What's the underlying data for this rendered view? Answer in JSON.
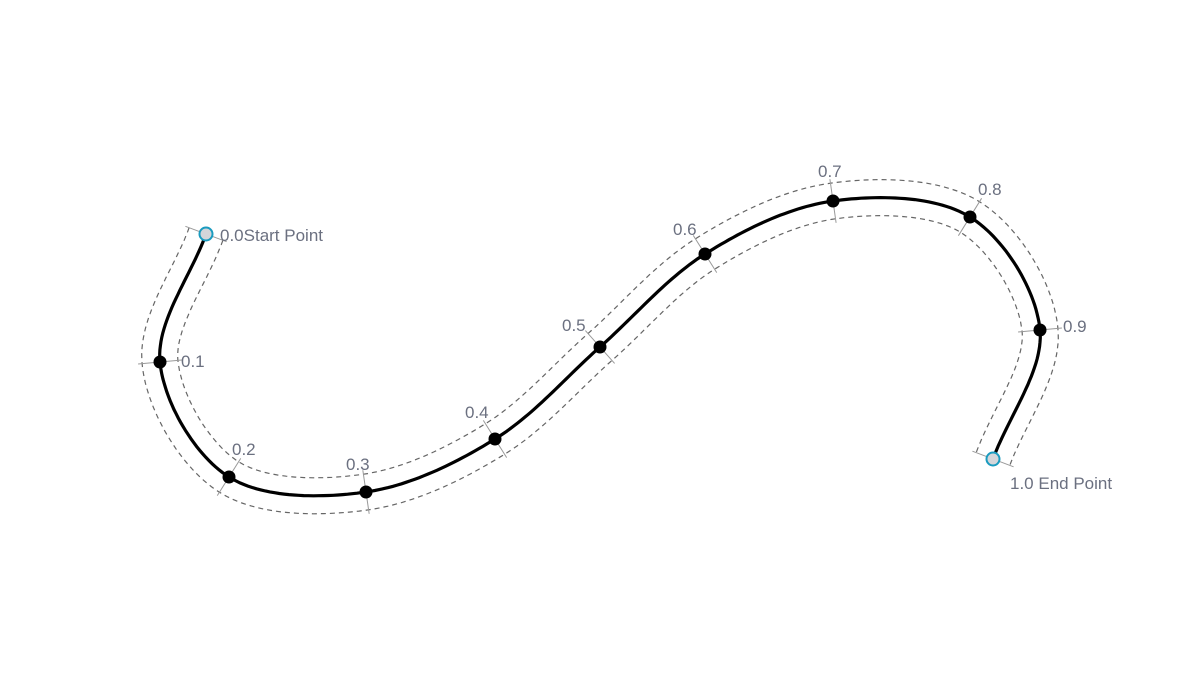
{
  "colors": {
    "curve": "#000000",
    "guide": "#666666",
    "label": "#6b7080",
    "endpoint_fill": "#d4d6da",
    "endpoint_stroke": "#1a9bbf"
  },
  "points": [
    {
      "t": "0.0",
      "label": "0.0Start Point",
      "kind": "endpoint"
    },
    {
      "t": "0.1",
      "label": "0.1",
      "kind": "sample"
    },
    {
      "t": "0.2",
      "label": "0.2",
      "kind": "sample"
    },
    {
      "t": "0.3",
      "label": "0.3",
      "kind": "sample"
    },
    {
      "t": "0.4",
      "label": "0.4",
      "kind": "sample"
    },
    {
      "t": "0.5",
      "label": "0.5",
      "kind": "sample"
    },
    {
      "t": "0.6",
      "label": "0.6",
      "kind": "sample"
    },
    {
      "t": "0.7",
      "label": "0.7",
      "kind": "sample"
    },
    {
      "t": "0.8",
      "label": "0.8",
      "kind": "sample"
    },
    {
      "t": "0.9",
      "label": "0.9",
      "kind": "sample"
    },
    {
      "t": "1.0",
      "label": "1.0 End Point",
      "kind": "endpoint"
    }
  ]
}
